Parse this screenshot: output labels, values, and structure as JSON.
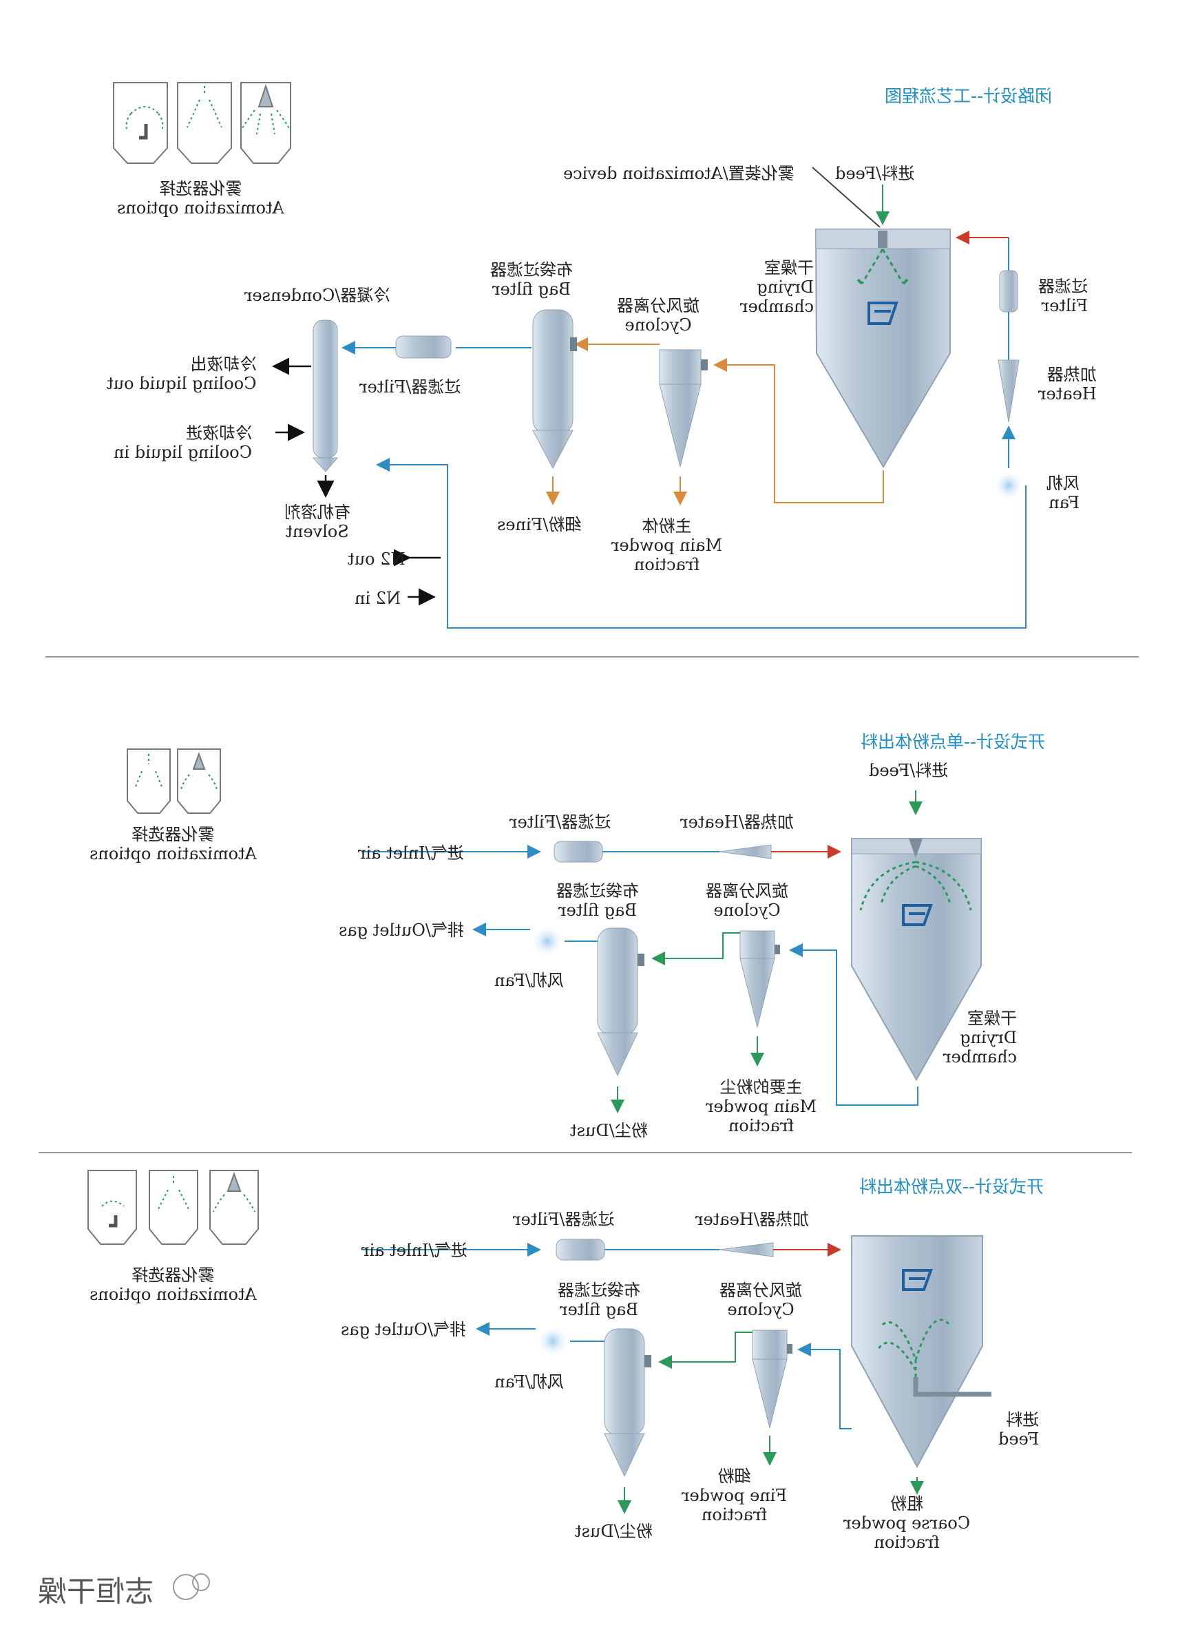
{
  "colors": {
    "blue": "#2e8cc4",
    "orange": "#d98a3a",
    "green": "#2a9a5a",
    "red": "#c93a2a",
    "black": "#111111",
    "title": "#1f8fc4",
    "vessel": "#b9c8d6"
  },
  "diagrams": [
    {
      "title": "闭路设计--工艺流程图",
      "atomization_options": "雾化器选择\nAtomization options",
      "feed": "进料/Feed",
      "atomization_device": "雾化装置/Atomization device",
      "drying_chamber": "干燥室\nDrying\nchamber",
      "filter_in": "过滤器\nFilter",
      "heater": "加热器\nHeater",
      "fan": "风机\nFan",
      "cyclone": "旋风分离器\nCyclone",
      "main_powder": "主粉体\nMain powder\nfraction",
      "bag_filter": "布袋过滤器\nBag filter",
      "fines": "细粉/Fines",
      "filter_mid": "过滤器/Filter",
      "condenser": "冷凝器/Condenser",
      "cooling_out": "冷却液出\nCooling liquid out",
      "cooling_in": "冷却液进\nCooling liquid in",
      "solvent": "有机溶剂\nSolvent",
      "n2_out": "N2 out",
      "n2_in": "N2 in"
    },
    {
      "title": "开式设计--单点粉体出料",
      "atomization_options": "雾化器选择\nAtomization options",
      "feed": "进料/Feed",
      "heater": "加热器/Heater",
      "filter": "过滤器/Filter",
      "inlet_air": "进气/Inlet air",
      "cyclone": "旋风分离器\nCyclone",
      "bag_filter": "布袋过滤器\nBag filter",
      "outlet_gas": "排气/Outlet gas",
      "fan": "风机/Fan",
      "drying_chamber": "干燥室\nDrying\nchamber",
      "main_powder": "主要的粉尘\nMain powder\nfraction",
      "dust": "粉尘/Dust"
    },
    {
      "title": "开式设计--双点粉体出料",
      "atomization_options": "雾化器选择\nAtomization options",
      "filter": "过滤器/Filter",
      "heater": "加热器/Heater",
      "inlet_air": "进气/Inlet air",
      "bag_filter": "布袋过滤器\nBag filter",
      "cyclone": "旋风分离器\nCyclone",
      "outlet_gas": "排气/Outlet gas",
      "fan": "风机/Fan",
      "feed": "进料\nFeed",
      "fine_powder": "细粉\nFine powder\nfraction",
      "coarse_powder": "粗粉\nCoarse powder\nfraction",
      "dust": "粉尘/Dust"
    }
  ],
  "brand": "志恒干燥"
}
